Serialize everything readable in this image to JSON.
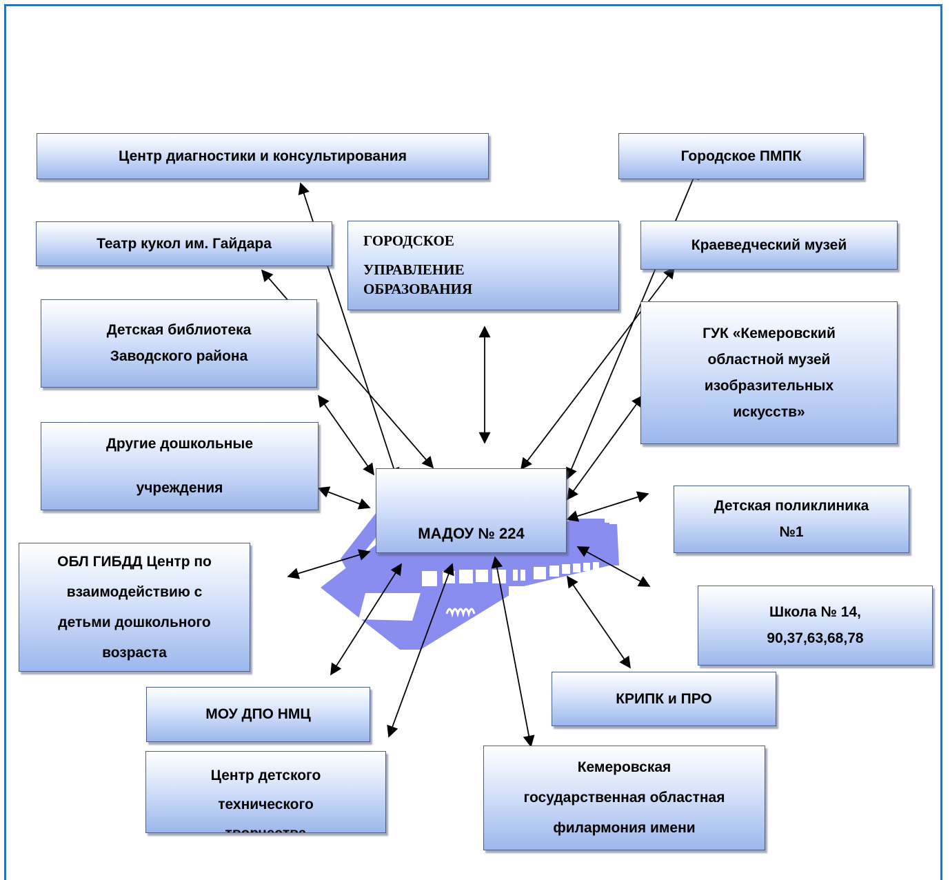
{
  "center": {
    "label": "МАДОУ № 224"
  },
  "nodes": {
    "center_diag": "Центр диагностики и консультирования",
    "pmpk": "Городское  ПМПК",
    "puppet": "Театр кукол им. Гайдара",
    "uo": [
      "ГОРОДСКОЕ",
      "УПРАВЛЕНИЕ",
      "ОБРАЗОВАНИЯ"
    ],
    "museum_local": "Краеведческий музей",
    "library": [
      "Детская библиотека",
      "Заводского района"
    ],
    "guk": [
      "ГУК «Кемеровский",
      "областной музей",
      "изобразительных",
      "искусств»"
    ],
    "preschools": [
      "Другие дошкольные",
      "учреждения"
    ],
    "clinic": [
      "Детская поликлиника",
      "№1"
    ],
    "gibdd": [
      "ОБЛ ГИБДД Центр по",
      "взаимодействию с",
      "детьми дошкольного",
      "возраста"
    ],
    "school": [
      "Школа №  14,",
      "90,37,63,68,78"
    ],
    "kripk": "КРИПК и ПРО",
    "nmc": "МОУ ДПО НМЦ",
    "tech": [
      "Центр детского",
      "технического",
      "творчества"
    ],
    "philharmonic": [
      "Кемеровская",
      "государственная областная",
      "филармония имени"
    ]
  },
  "colors": {
    "frame": "#2e74b5",
    "building": "#8a8df0",
    "box_border": "#4a5f88",
    "arrow": "#000000"
  }
}
